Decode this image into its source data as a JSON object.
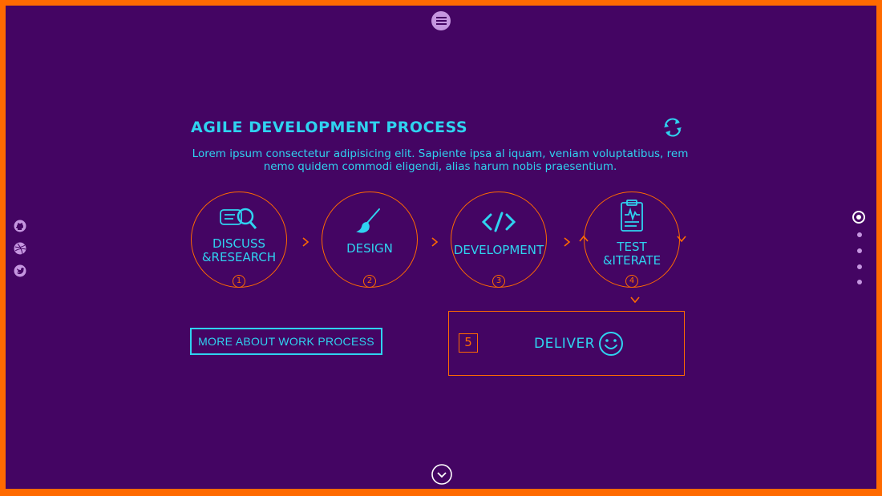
{
  "colors": {
    "background": "#440563",
    "frame": "#ff6a00",
    "accent": "#2fd3f0",
    "muted": "#c596e0"
  },
  "header": {
    "menu_icon": "hamburger-icon"
  },
  "section": {
    "title": "AGILE DEVELOPMENT PROCESS",
    "refresh_icon": "refresh-icon",
    "description": "Lorem ipsum consectetur adipisicing elit. Sapiente ipsa al iquam, veniam voluptatibus, rem nemo quidem commodi eligendi, alias harum nobis praesentium."
  },
  "steps": [
    {
      "label": "DISCUSS\n&RESEARCH",
      "number": "1",
      "icon": "discuss-research-icon"
    },
    {
      "label": "DESIGN",
      "number": "2",
      "icon": "brush-icon"
    },
    {
      "label": "DEVELOPMENT",
      "number": "3",
      "icon": "code-icon"
    },
    {
      "label": "TEST\n&ITERATE",
      "number": "4",
      "icon": "clipboard-chart-icon"
    }
  ],
  "deliver": {
    "number": "5",
    "label": "DELIVER",
    "icon": "smiley-icon"
  },
  "cta": {
    "label": "MORE ABOUT WORK PROCESS"
  },
  "social": [
    "github-icon",
    "dribbble-icon",
    "twitter-icon"
  ],
  "pager": {
    "total": 5,
    "active": 1
  },
  "footer": {
    "scroll_icon": "chevron-down-circle-icon"
  }
}
